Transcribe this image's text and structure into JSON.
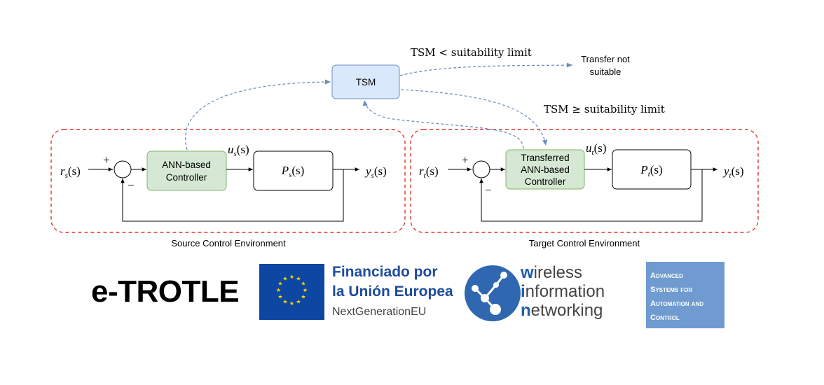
{
  "tsm": {
    "label": "TSM",
    "cond_below": "TSM < suitability limit",
    "cond_above": "TSM ≥ suitability limit",
    "not_suitable_line1": "Transfer not",
    "not_suitable_line2": "suitable"
  },
  "source": {
    "env_label": "Source Control Environment",
    "input": {
      "base": "r",
      "sub": "s",
      "arg": "(s)"
    },
    "controller_line1": "ANN-based",
    "controller_line2": "Controller",
    "control_signal": {
      "base": "u",
      "sub": "s",
      "arg": "(s)"
    },
    "plant": {
      "base": "P",
      "sub": "s",
      "arg": "(s)"
    },
    "output": {
      "base": "y",
      "sub": "s",
      "arg": "(s)"
    },
    "plus": "+",
    "minus": "−"
  },
  "target": {
    "env_label": "Target Control Environment",
    "input": {
      "base": "r",
      "sub": "t",
      "arg": "(s)"
    },
    "controller_line1": "Transferred",
    "controller_line2": "ANN-based",
    "controller_line3": "Controller",
    "control_signal": {
      "base": "u",
      "sub": "t",
      "arg": "(s)"
    },
    "plant": {
      "base": "P",
      "sub": "t",
      "arg": "(s)"
    },
    "output": {
      "base": "y",
      "sub": "t",
      "arg": "(s)"
    },
    "plus": "+",
    "minus": "−"
  },
  "logos": {
    "etrotle": "e-TROTLE",
    "eu_line1": "Financiado por",
    "eu_line2": "la Unión Europea",
    "eu_line3": "NextGenerationEU",
    "win_lines": [
      {
        "first": "w",
        "rest": "ireless"
      },
      {
        "first": "i",
        "rest": "nformation"
      },
      {
        "first": "n",
        "rest": "etworking"
      }
    ],
    "asac_lines": [
      "Advanced",
      "Systems for",
      "Automation and",
      "Control"
    ]
  },
  "colors": {
    "env_border": "#d9392c",
    "controller_fill": "#d5e8d4",
    "controller_stroke": "#82b366",
    "tsm_fill": "#dae8fc",
    "tsm_stroke": "#6c8ebf",
    "dashed_arrow": "#6c8ebf",
    "eu_blue": "#0e47a1",
    "eu_star": "#ffdd00"
  }
}
